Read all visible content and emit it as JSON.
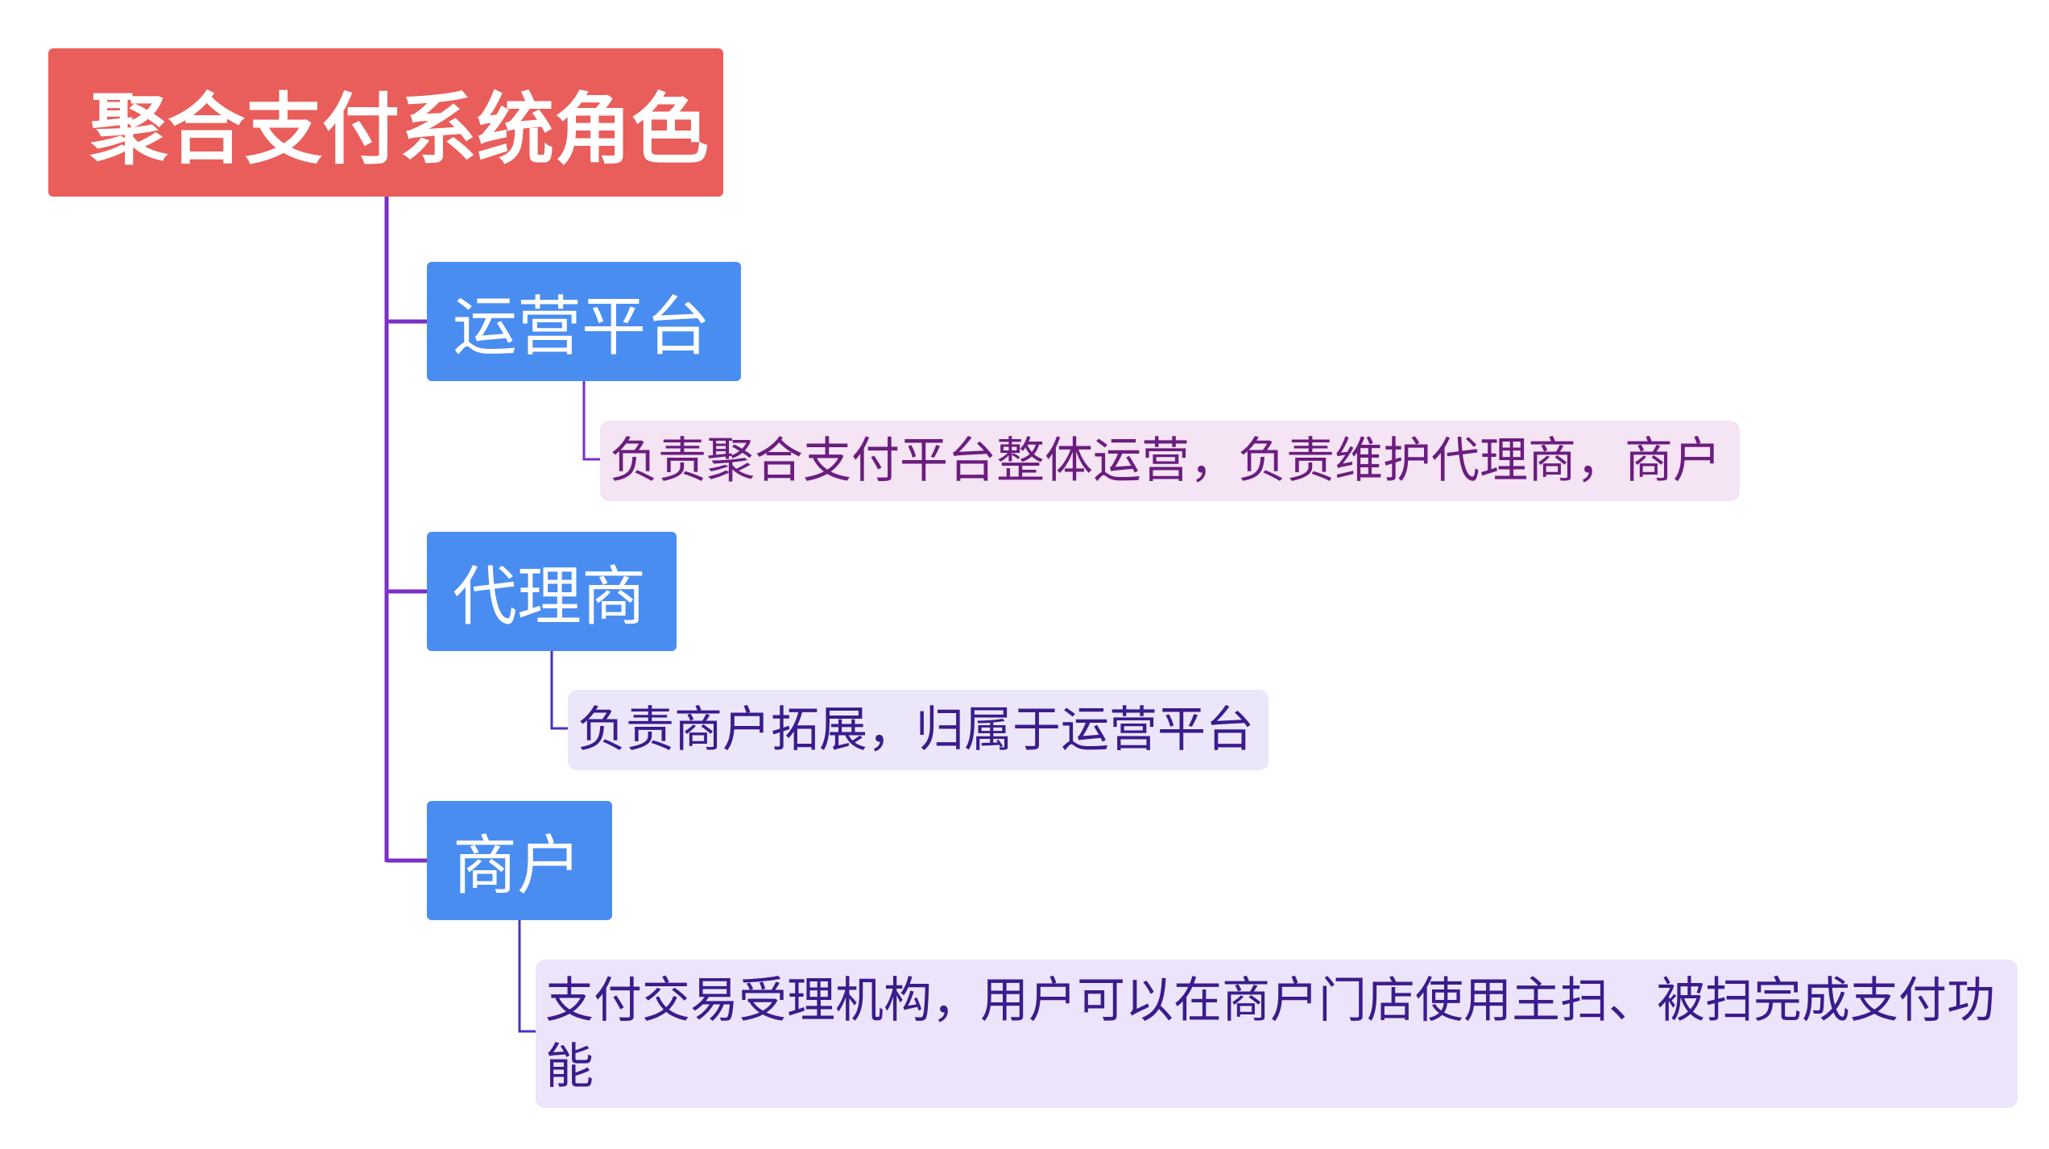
{
  "root": {
    "title": "聚合支付系统角色"
  },
  "roles": [
    {
      "name": "运营平台",
      "description": "负责聚合支付平台整体运营，负责维护代理商，商户"
    },
    {
      "name": "代理商",
      "description": "负责商户拓展，归属于运营平台"
    },
    {
      "name": "商户",
      "description": "支付交易受理机构，用户可以在商户门店使用主扫、被扫完成支付功能"
    }
  ],
  "colors": {
    "root_fill": "#e95e5a",
    "role_fill": "#4a8df1",
    "trunk_line": "#7b2fc4",
    "desc_1_fill": "#f5e4f3",
    "desc_1_text": "#6b1d7f",
    "desc_2_fill": "#ece6fa",
    "desc_2_text": "#3a1c8c",
    "desc_3_fill": "#ebe4fa",
    "desc_3_text": "#3a1c8c"
  }
}
